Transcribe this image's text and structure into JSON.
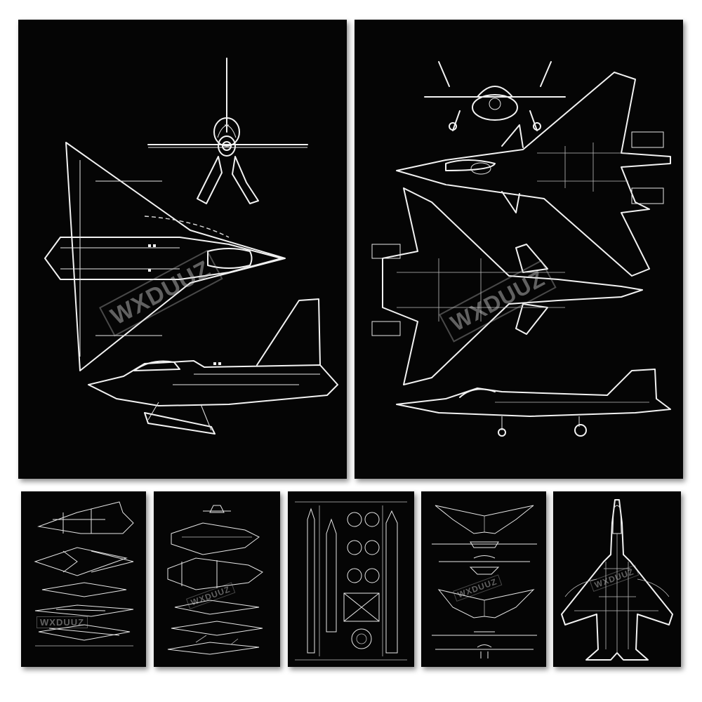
{
  "watermark": "WXDUUZ",
  "posters": [
    {
      "id": "delta-wing-jet",
      "subject": "delta-wing jet three-view blueprint"
    },
    {
      "id": "stealth-fighter-twin-engine",
      "subject": "twin-engine stealth fighter blueprint"
    },
    {
      "id": "stealth-attack-jet",
      "subject": "faceted stealth aircraft blueprint"
    },
    {
      "id": "fifth-gen-fighter",
      "subject": "fifth-generation fighter blueprint"
    },
    {
      "id": "space-rocket",
      "subject": "rocket schematic blueprint"
    },
    {
      "id": "flying-wing",
      "subject": "flying wing aircraft blueprint"
    },
    {
      "id": "swing-wing-fighter",
      "subject": "variable-sweep fighter blueprint"
    }
  ],
  "colors": {
    "poster_bg": "#050505",
    "line": "#f2f2f2",
    "page_bg": "#ffffff"
  }
}
